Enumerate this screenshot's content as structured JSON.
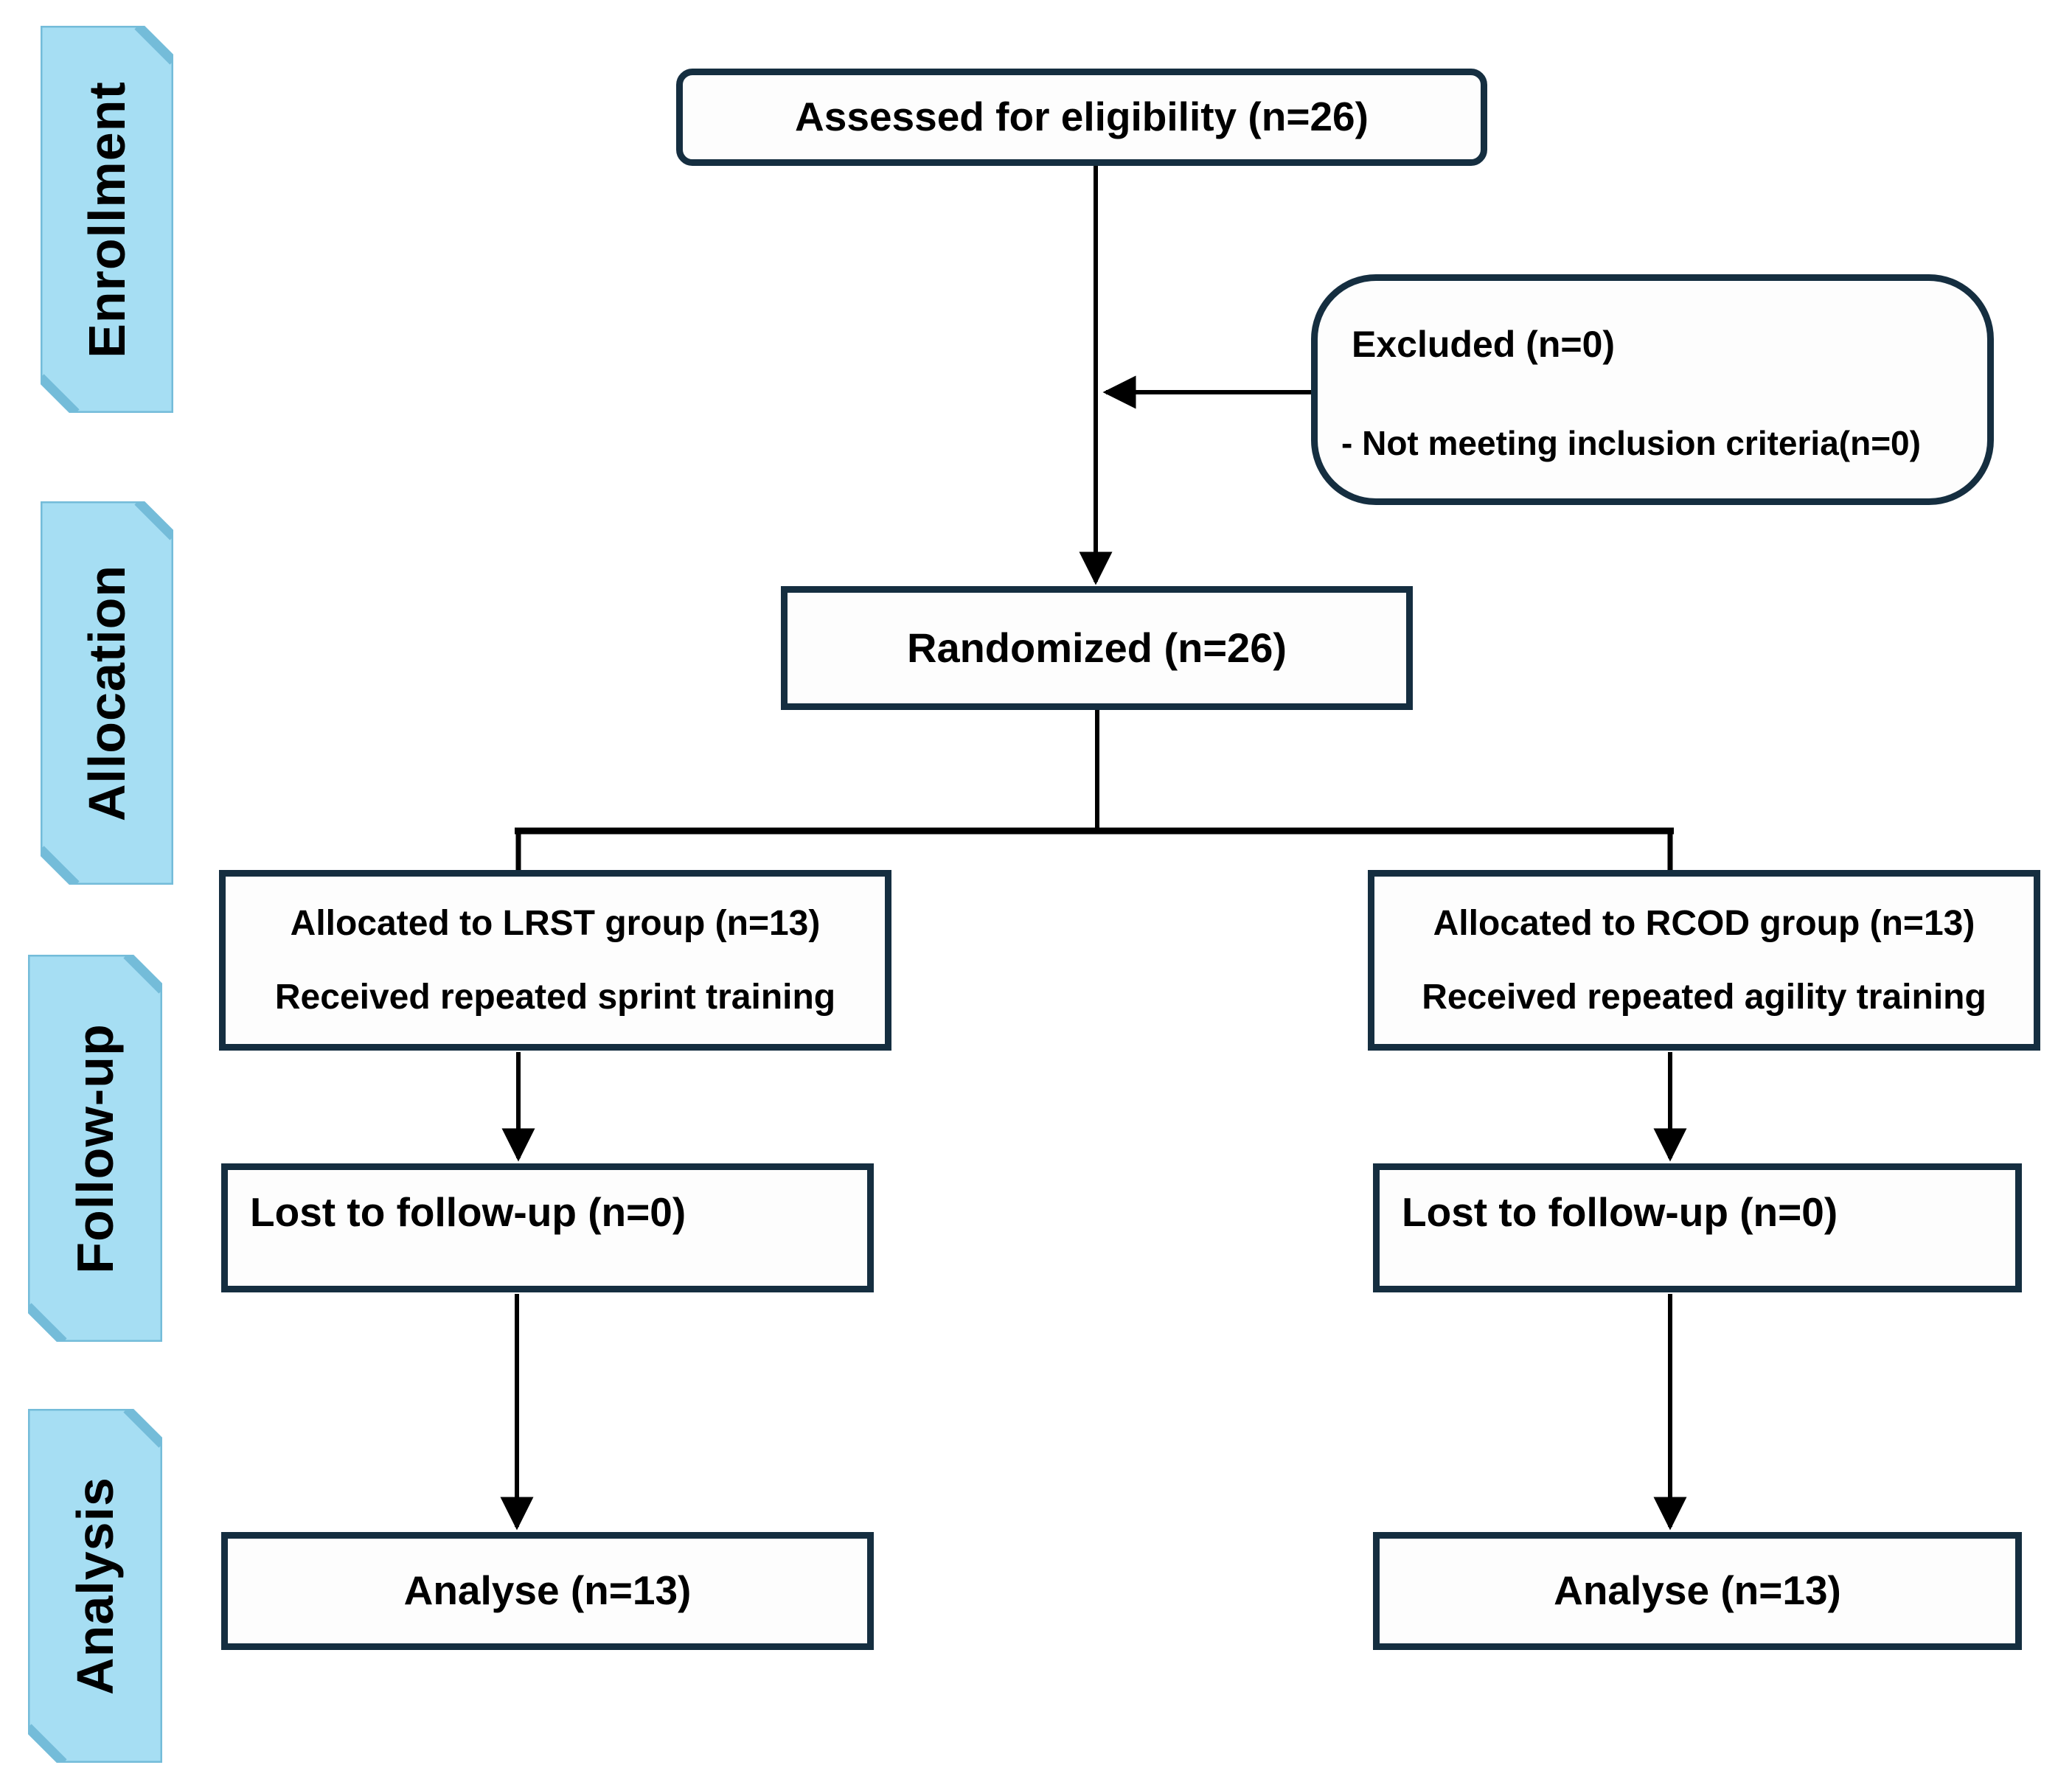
{
  "diagram": {
    "title_semantic": "CONSORT participant flow diagram",
    "stage_labels": [
      {
        "id": "enrollment",
        "label": "Enrollment"
      },
      {
        "id": "allocation",
        "label": "Allocation"
      },
      {
        "id": "follow_up",
        "label": "Follow-up"
      },
      {
        "id": "analysis",
        "label": "Analysis"
      }
    ],
    "boxes": {
      "assessed": {
        "text": "Assessed for eligibility (n=26)"
      },
      "excluded": {
        "title": "Excluded (n=0)",
        "reason": "- Not meeting inclusion criteria(n=0)"
      },
      "randomized": {
        "text": "Randomized (n=26)"
      },
      "alloc_left": {
        "line1": "Allocated to LRST group (n=13)",
        "line2": "Received repeated sprint training"
      },
      "alloc_right": {
        "line1": "Allocated to RCOD group (n=13)",
        "line2": "Received repeated agility training"
      },
      "followup_left": {
        "text": "Lost to follow-up (n=0)"
      },
      "followup_right": {
        "text": "Lost to follow-up (n=0)"
      },
      "analysis_left": {
        "text": "Analyse (n=13)"
      },
      "analysis_right": {
        "text": "Analyse (n=13)"
      }
    },
    "counts": {
      "assessed": 26,
      "excluded": 0,
      "not_meeting_inclusion": 0,
      "randomized": 26,
      "allocated_lrst": 13,
      "allocated_rcod": 13,
      "lost_followup_lrst": 0,
      "lost_followup_rcod": 0,
      "analysed_lrst": 13,
      "analysed_rcod": 13
    },
    "colors": {
      "banner_fill": "#a6def3",
      "banner_edge": "#74bcd9",
      "box_border": "#152e40",
      "connector": "#000000",
      "text": "#000000",
      "background": "#ffffff"
    }
  }
}
